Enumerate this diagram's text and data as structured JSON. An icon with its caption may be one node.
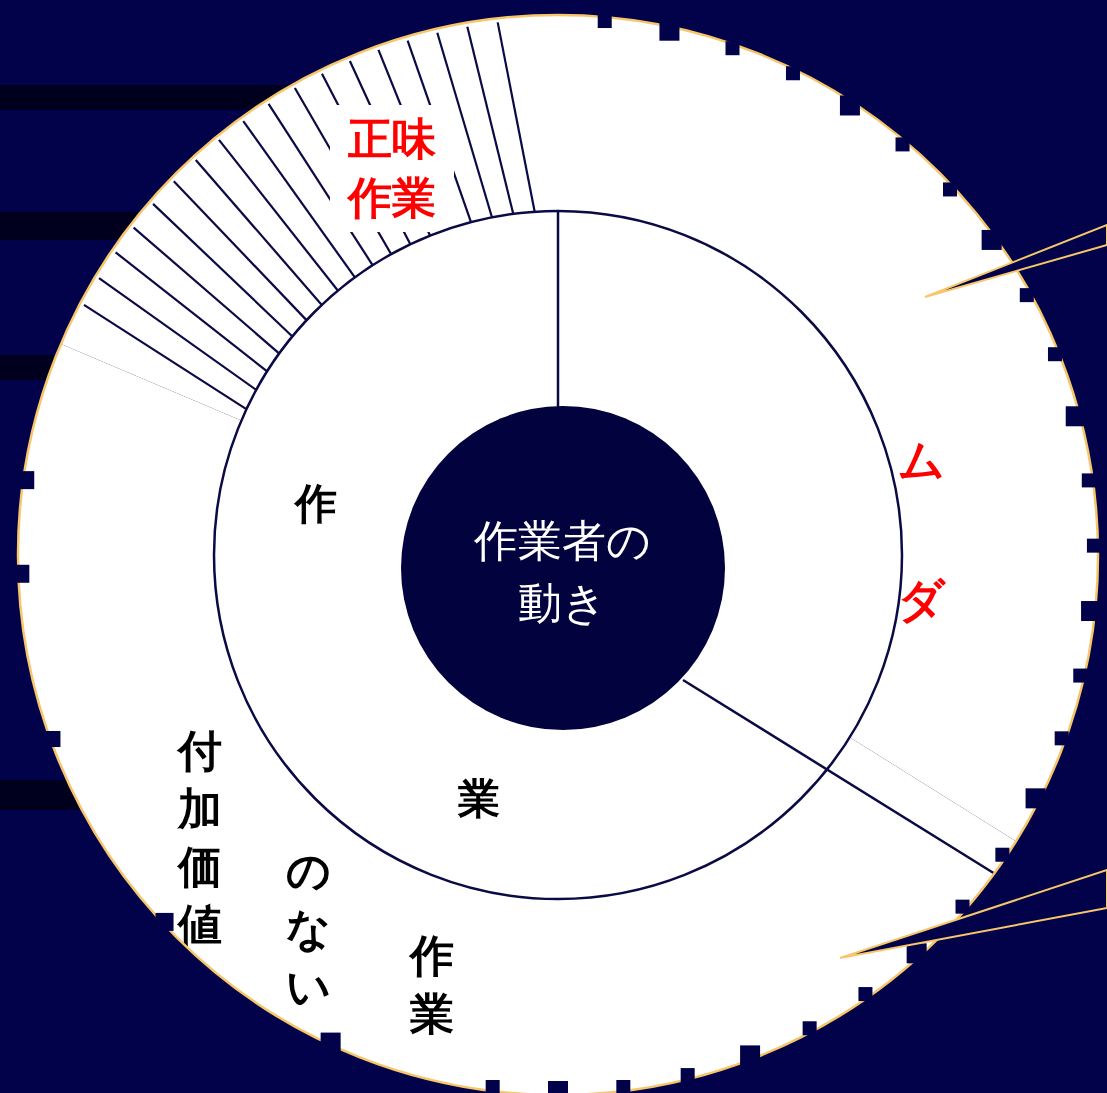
{
  "diagram": {
    "nodes": [
      {
        "text": [
          "正味作業"
        ]
      },
      {
        "text": [
          "ムダ"
        ]
      },
      {
        "text": [
          "付加価値のない作業"
        ]
      },
      {
        "text": [
          "作",
          "業"
        ]
      },
      {
        "text": [
          "作業者の動き"
        ],
        "in": 3
      }
    ]
  }
}
